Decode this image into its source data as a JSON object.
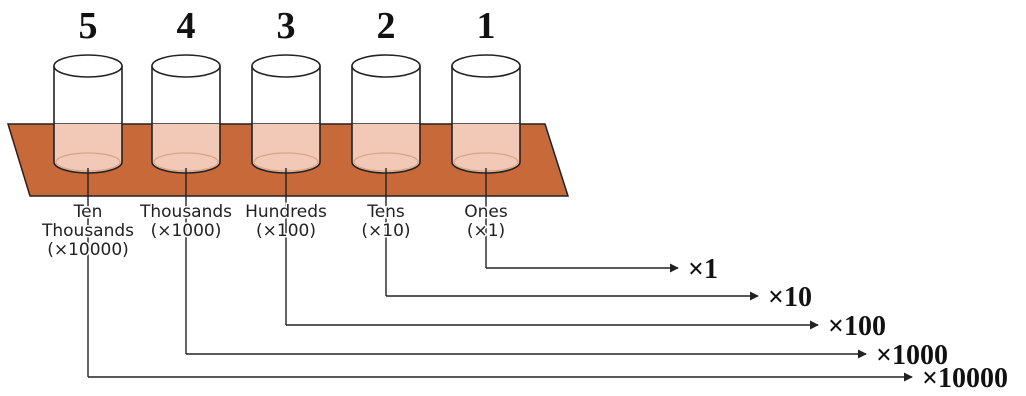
{
  "colors": {
    "board": "#c8693a",
    "board_edge": "#222222",
    "cup_fill": "#f1c9b6",
    "cup_stroke": "#222222",
    "line": "#222222"
  },
  "columns": [
    {
      "digit": "5",
      "label_lines": [
        "Ten",
        "Thousands",
        "(×10000)"
      ],
      "multiplier": "×10000"
    },
    {
      "digit": "4",
      "label_lines": [
        "Thousands",
        "(×1000)"
      ],
      "multiplier": "×1000"
    },
    {
      "digit": "3",
      "label_lines": [
        "Hundreds",
        "(×100)"
      ],
      "multiplier": "×100"
    },
    {
      "digit": "2",
      "label_lines": [
        "Tens",
        "(×10)"
      ],
      "multiplier": "×10"
    },
    {
      "digit": "1",
      "label_lines": [
        "Ones",
        "(×1)"
      ],
      "multiplier": "×1"
    }
  ]
}
